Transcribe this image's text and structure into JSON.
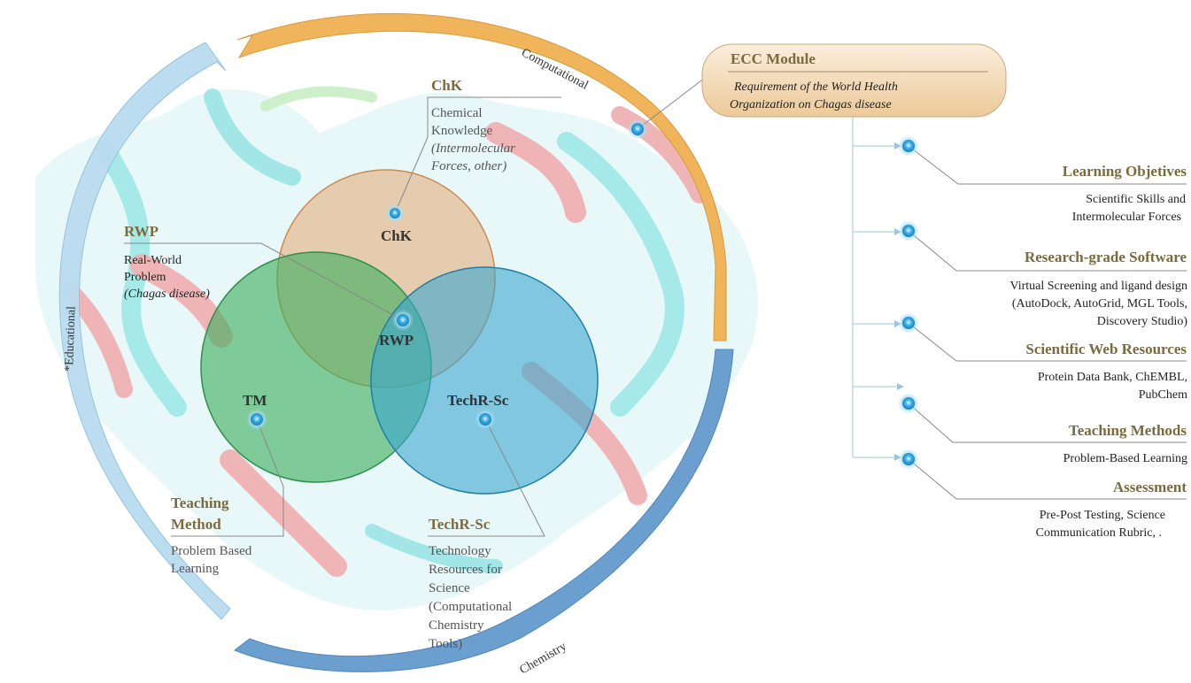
{
  "arcs": {
    "computational": "Computational",
    "educational": "*Educational",
    "chemistry": "Chemistry"
  },
  "circles": {
    "chk": "ChK",
    "rwp": "RWP",
    "tm": "TM",
    "techr": "TechR-Sc"
  },
  "callouts": {
    "chk": {
      "title": "ChK",
      "line1": "Chemical",
      "line2": "Knowledge",
      "line3": "(Intermolecular",
      "line4": "Forces, other)"
    },
    "rwp": {
      "title": "RWP",
      "line1": "Real-World",
      "line2": "Problem",
      "line3": "(Chagas disease)"
    },
    "tm": {
      "title1": "Teaching",
      "title2": "Method",
      "line1": "Problem Based",
      "line2": "Learning"
    },
    "techr": {
      "title": "TechR-Sc",
      "line1": "Technology",
      "line2": "Resources for",
      "line3": "Science",
      "line4": "(Computational",
      "line5": "Chemistry",
      "line6": "Tools)"
    }
  },
  "module": {
    "title": "ECC Module",
    "line1": "Requirement of the World Health",
    "line2": "Organization on Chagas disease"
  },
  "components": [
    {
      "title": "Learning Objetives",
      "lines": [
        "Scientific Skills and",
        "Intermolecular Forces"
      ]
    },
    {
      "title": "Research-grade Software",
      "lines": [
        "Virtual Screening and ligand design",
        "(AutoDock, AutoGrid, MGL Tools,",
        "Discovery Studio)"
      ]
    },
    {
      "title": "Scientific Web Resources",
      "lines": [
        "Protein Data Bank, ChEMBL,",
        "PubChem"
      ]
    },
    {
      "title": "Teaching Methods",
      "lines": [
        "Problem-Based Learning"
      ]
    },
    {
      "title": "Assessment",
      "lines": [
        "Pre-Post Testing, Science",
        "Communication Rubric, ."
      ]
    }
  ],
  "colors": {
    "computational_arc": "#f0b45a",
    "educational_arc": "#b9dcef",
    "chemistry_arc": "#6a9fd0",
    "chk_circle": "#e2a872",
    "tm_circle": "#3fae5f",
    "techr_circle": "#3aa6cf",
    "module_box": "#f1d9b4",
    "title_text": "#7a6a3e",
    "node_dot": "#3bb0e6"
  }
}
